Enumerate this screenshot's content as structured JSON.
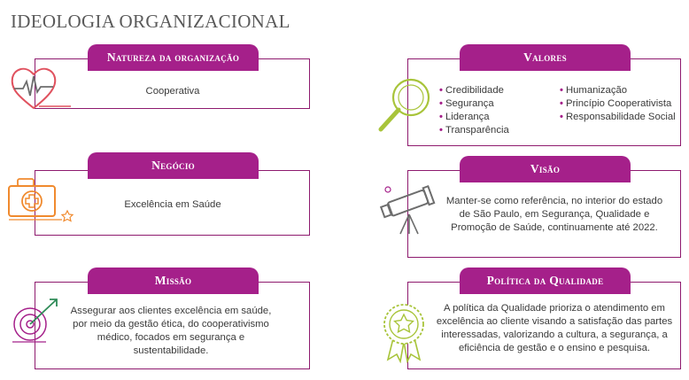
{
  "title": "IDEOLOGIA ORGANIZACIONAL",
  "colors": {
    "accent": "#a5208a",
    "border": "#8e1a6e",
    "heart": "#e0525f",
    "orange": "#f08a2e",
    "lime": "#a8c43a",
    "gray": "#6d6d6d"
  },
  "cards": {
    "natureza": {
      "label": "Natureza da organização",
      "text": "Cooperativa",
      "icon": "heart-pulse-icon"
    },
    "negocio": {
      "label": "Negócio",
      "text": "Excelência em Saúde",
      "icon": "medical-bag-icon"
    },
    "missao": {
      "label": "Missão",
      "text": "Assegurar aos clientes excelência em saúde, por meio da gestão ética, do cooperativismo médico, focados em segurança e sustentabilidade.",
      "icon": "target-icon"
    },
    "valores": {
      "label": "Valores",
      "icon": "magnifier-icon",
      "col1": [
        "Credibilidade",
        "Segurança",
        "Liderança",
        "Transparência"
      ],
      "col2": [
        "Humanização",
        "Princípio Cooperativista",
        "Responsabilidade Social"
      ]
    },
    "visao": {
      "label": "Visão",
      "text": "Manter-se como referência, no interior do estado de São Paulo, em Segurança, Qualidade e Promoção de Saúde, continuamente até 2022.",
      "icon": "telescope-icon"
    },
    "qualidade": {
      "label": "Política da Qualidade",
      "text": "A política da Qualidade prioriza o atendimento em excelência ao cliente visando a satisfação das partes interessadas, valorizando a cultura, a segurança, a eficiência de gestão e o ensino e pesquisa.",
      "icon": "quality-seal-icon"
    }
  }
}
